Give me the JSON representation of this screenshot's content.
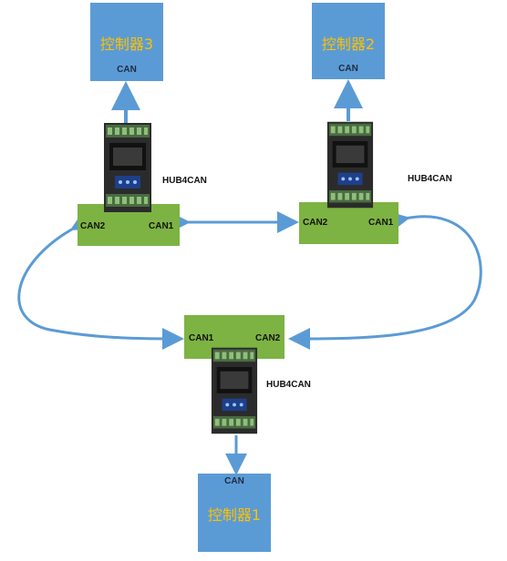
{
  "controllers": {
    "c3": {
      "name": "控制器3",
      "port": "CAN"
    },
    "c2": {
      "name": "控制器2",
      "port": "CAN"
    },
    "c1": {
      "name": "控制器1",
      "port": "CAN"
    }
  },
  "hubs": {
    "left": {
      "label": "HUB4CAN",
      "port_a": "CAN2",
      "port_b": "CAN1"
    },
    "right": {
      "label": "HUB4CAN",
      "port_a": "CAN2",
      "port_b": "CAN1"
    },
    "bottom": {
      "label": "HUB4CAN",
      "port_a": "CAN1",
      "port_b": "CAN2"
    }
  },
  "colors": {
    "controller": "#5b9bd5",
    "controller_text": "#ffc000",
    "hub_box": "#7cb342",
    "arrow": "#5b9bd5"
  }
}
